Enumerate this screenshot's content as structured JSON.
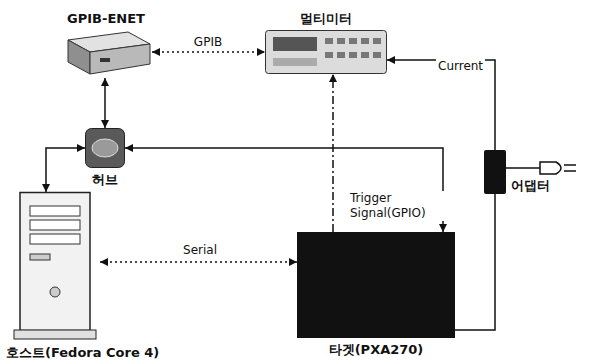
{
  "diagram": {
    "nodes": [
      {
        "text": [
          "GPIB-ENET"
        ]
      },
      {
        "text": [
          "멀티미터"
        ]
      },
      {
        "text": [
          "허브"
        ]
      },
      {
        "text": [
          "호스트(Fedora Core 4)"
        ]
      },
      {
        "text": [
          "타겟(PXA270)"
        ]
      },
      {
        "text": [
          "어댑터"
        ]
      }
    ],
    "edges": [
      {
        "from": 0,
        "to": 1,
        "label": "GPIB",
        "arrow": "both"
      },
      {
        "from": 0,
        "to": 2,
        "arrow": "both"
      },
      {
        "from": 2,
        "to": 3,
        "arrow": "both"
      },
      {
        "from": 2,
        "to": 4,
        "arrow": "both"
      },
      {
        "from": 3,
        "to": 4,
        "label": "Serial",
        "arrow": "both"
      },
      {
        "from": 4,
        "to": 1,
        "label": "Trigger Signal(GPIO)",
        "arrow": "to"
      },
      {
        "from": 5,
        "to": 1,
        "label": "Current",
        "arrow": "to"
      },
      {
        "from": 5,
        "to": 4,
        "arrow": "none"
      }
    ]
  }
}
